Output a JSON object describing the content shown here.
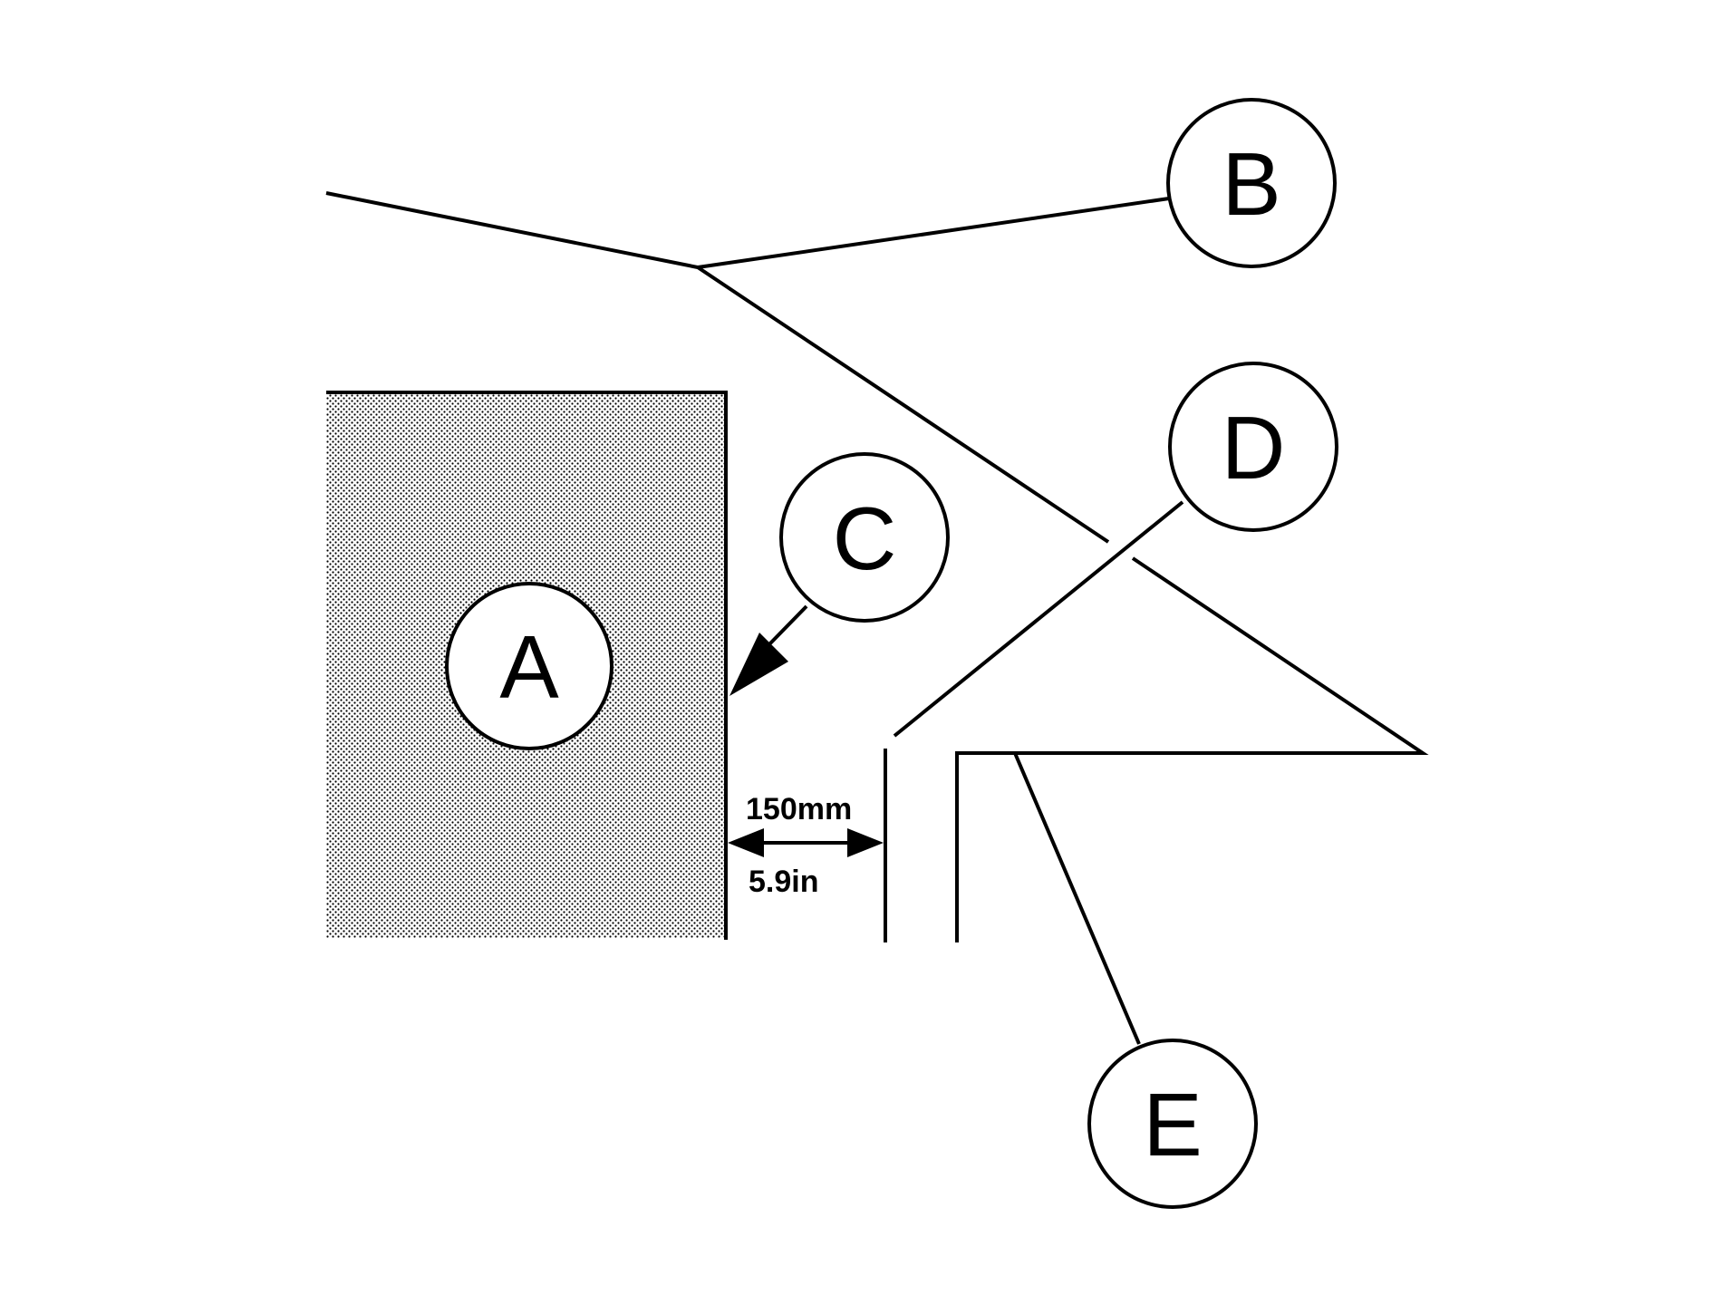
{
  "callouts": {
    "a": "A",
    "b": "B",
    "c": "C",
    "d": "D",
    "e": "E"
  },
  "dimension": {
    "metric": "150mm",
    "imperial": "5.9in"
  },
  "colors": {
    "line": "#000000",
    "background": "#ffffff",
    "stipple": "#000000"
  }
}
